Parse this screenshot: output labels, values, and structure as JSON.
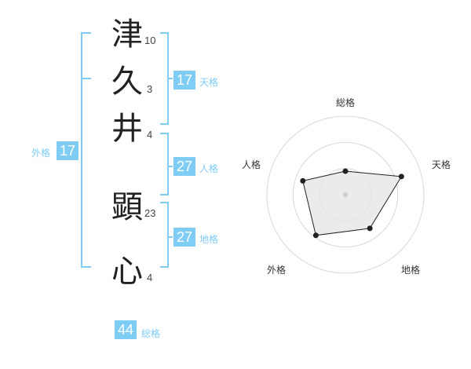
{
  "name": {
    "chars": [
      {
        "char": "津",
        "strokes": "10"
      },
      {
        "char": "久",
        "strokes": "3"
      },
      {
        "char": "井",
        "strokes": "4"
      },
      {
        "char": "顕",
        "strokes": "23"
      },
      {
        "char": "心",
        "strokes": "4"
      }
    ]
  },
  "scores": {
    "tenkaku": {
      "value": "17",
      "label": "天格"
    },
    "jinkaku": {
      "value": "27",
      "label": "人格"
    },
    "chikaku": {
      "value": "27",
      "label": "地格"
    },
    "gaikaku": {
      "value": "17",
      "label": "外格"
    },
    "soukaku": {
      "value": "44",
      "label": "総格"
    }
  },
  "colors": {
    "accent": "#7fccf4",
    "radar_fill": "#e6e6e6",
    "radar_stroke": "#222222"
  },
  "chart_data": {
    "type": "radar",
    "axes": [
      "総格",
      "天格",
      "地格",
      "外格",
      "人格"
    ],
    "values": [
      0.3,
      0.75,
      0.53,
      0.64,
      0.57
    ],
    "range": [
      0,
      1
    ],
    "rings": 3
  }
}
